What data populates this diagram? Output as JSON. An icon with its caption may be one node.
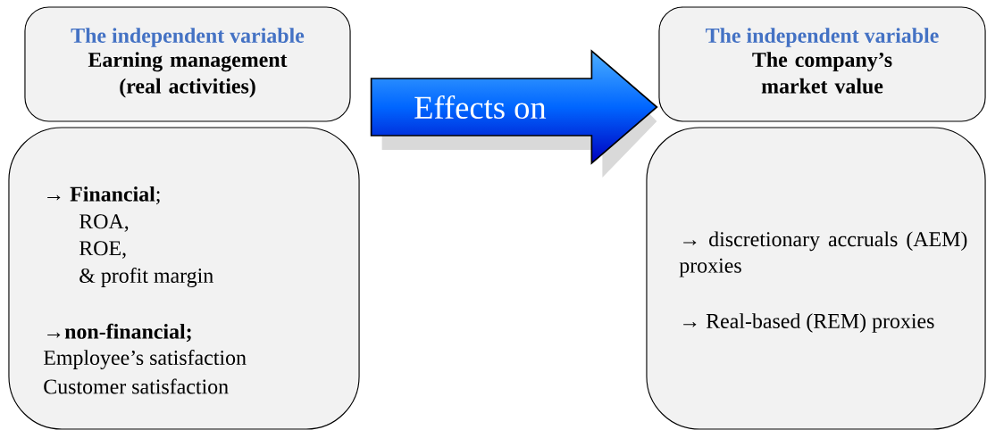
{
  "diagram": {
    "nodes": [
      {
        "text": [
          "The independent variable",
          "Earning management (real activities)"
        ]
      },
      {
        "text": [
          "→ **Financial**;",
          "ROA,",
          "ROE,",
          "& profit margin",
          "→**non-financial;**",
          "Employee’s satisfaction",
          "Customer satisfaction"
        ]
      },
      {
        "text": [
          "The independent variable",
          "The company’s market value"
        ]
      },
      {
        "text": [
          "→ discretionary accruals (AEM) proxies",
          "→ Real-based (REM) proxies"
        ]
      }
    ],
    "edges": [
      {
        "from": 0,
        "to": 2,
        "arrow": "to",
        "label": "Effects on"
      }
    ]
  }
}
